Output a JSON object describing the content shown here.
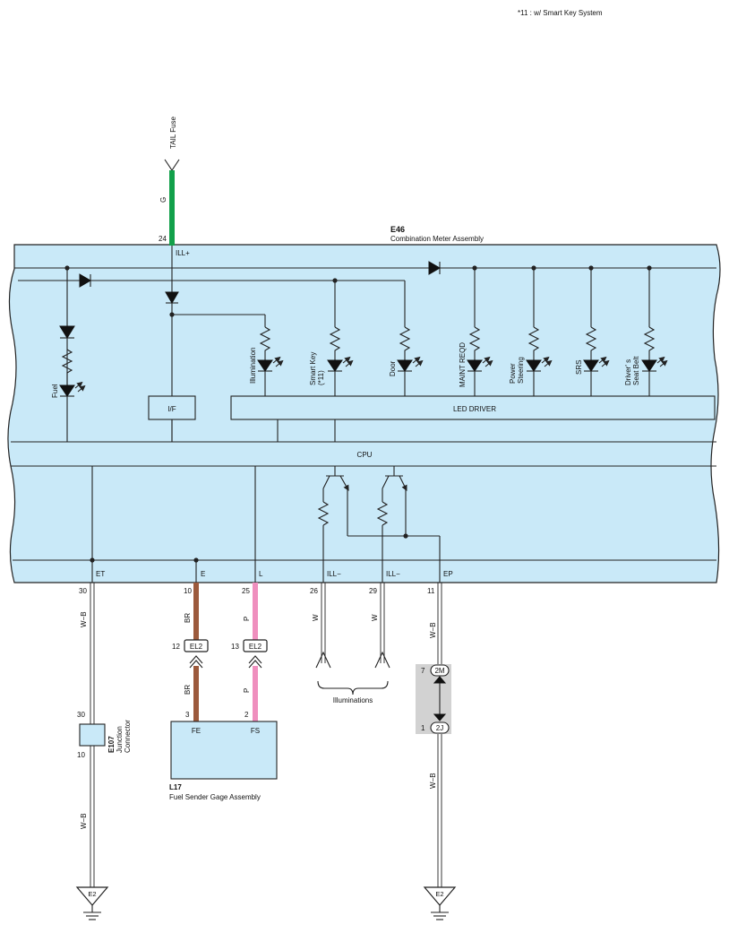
{
  "note": "*11 : w/ Smart Key System",
  "fuse": {
    "label": "TAIL Fuse"
  },
  "meter": {
    "code": "E46",
    "name": "Combination Meter Assembly",
    "ill_plus": "ILL+",
    "ill_pin": "24",
    "ill_wire_color": "G",
    "if_label": "I/F",
    "led_driver_label": "LED DRIVER",
    "cpu_label": "CPU",
    "indicators": {
      "fuel": "Fuel",
      "illumination": "Illumination",
      "smart_key_1": "Smart Key",
      "smart_key_2": "(*11)",
      "door": "Door",
      "maint": "MAINT REQD",
      "power_steering_1": "Power",
      "power_steering_2": "Steering",
      "srs": "SRS",
      "seat_belt_1": "Driver' s",
      "seat_belt_2": "Seat Belt"
    },
    "terminals": {
      "et": "ET",
      "e": "E",
      "l": "L",
      "ill1": "ILL−",
      "ill2": "ILL−",
      "ep": "EP"
    }
  },
  "pins": {
    "et": "30",
    "e": "10",
    "l": "25",
    "ill1": "26",
    "ill2": "29",
    "ep": "11"
  },
  "wires": {
    "wb_1": "W−B",
    "br_1": "BR",
    "p_1": "P",
    "w_1": "W",
    "w_2": "W",
    "wb_2": "W−B",
    "br_2": "BR",
    "p_2": "P",
    "wb_3": "W−B",
    "wb_4": "W−B"
  },
  "connectors": {
    "el2_a": "EL2",
    "el2_a_pin": "12",
    "el2_b": "EL2",
    "el2_b_pin": "13",
    "m2": "2M",
    "m2_pin": "7",
    "j2": "2J",
    "j2_pin": "1"
  },
  "illuminations_label": "Illuminations",
  "junction": {
    "code": "E107",
    "name_1": "Junction",
    "name_2": "Connector",
    "pin_top": "30",
    "pin_bottom": "10"
  },
  "sender": {
    "code": "L17",
    "name": "Fuel Sender Gage Assembly",
    "fe": "FE",
    "fs": "FS",
    "pin_fe": "3",
    "pin_fs": "2"
  },
  "grounds": {
    "left": "E2",
    "right": "E2"
  },
  "colors": {
    "panel": "#c9e9f8",
    "green": "#12a04a",
    "brown": "#9c5a3c",
    "pink": "#ef8fbe",
    "gray": "#d2d2d2"
  }
}
